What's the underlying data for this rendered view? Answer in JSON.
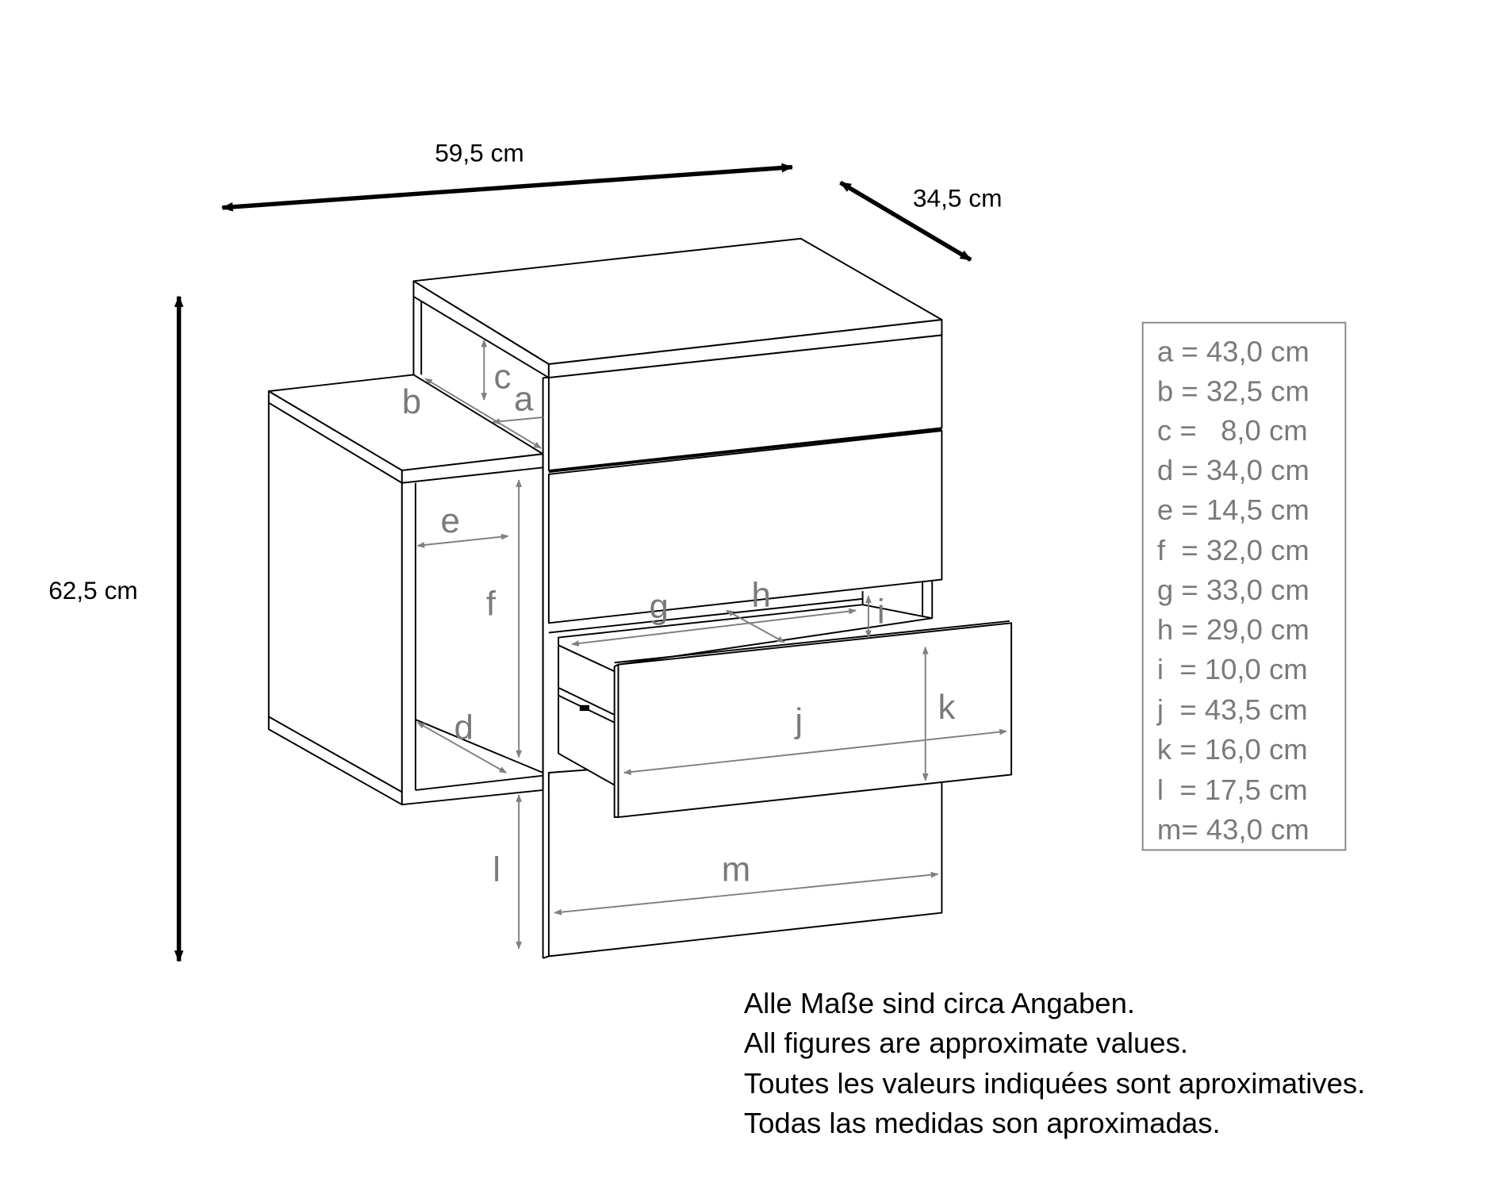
{
  "overall_dimensions": {
    "width": "59,5 cm",
    "depth": "34,5 cm",
    "height": "62,5 cm"
  },
  "dimension_letters": [
    "a",
    "b",
    "c",
    "d",
    "e",
    "f",
    "g",
    "h",
    "i",
    "j",
    "k",
    "l",
    "m"
  ],
  "legend": [
    "a = 43,0 cm",
    "b = 32,5 cm",
    "c =   8,0 cm",
    "d = 34,0 cm",
    "e = 14,5 cm",
    "f  = 32,0 cm",
    "g = 33,0 cm",
    "h = 29,0 cm",
    "i  = 10,0 cm",
    "j  = 43,5 cm",
    "k = 16,0 cm",
    "l  = 17,5 cm",
    "m= 43,0 cm"
  ],
  "notes": [
    "Alle Maße sind circa Angaben.",
    "All figures are approximate values.",
    "Toutes les valeurs indiquées sont aproximatives.",
    "Todas las medidas son aproximadas."
  ],
  "colors": {
    "line": "#000000",
    "dimension": "#808080",
    "legend_text": "#7a7a7a"
  }
}
